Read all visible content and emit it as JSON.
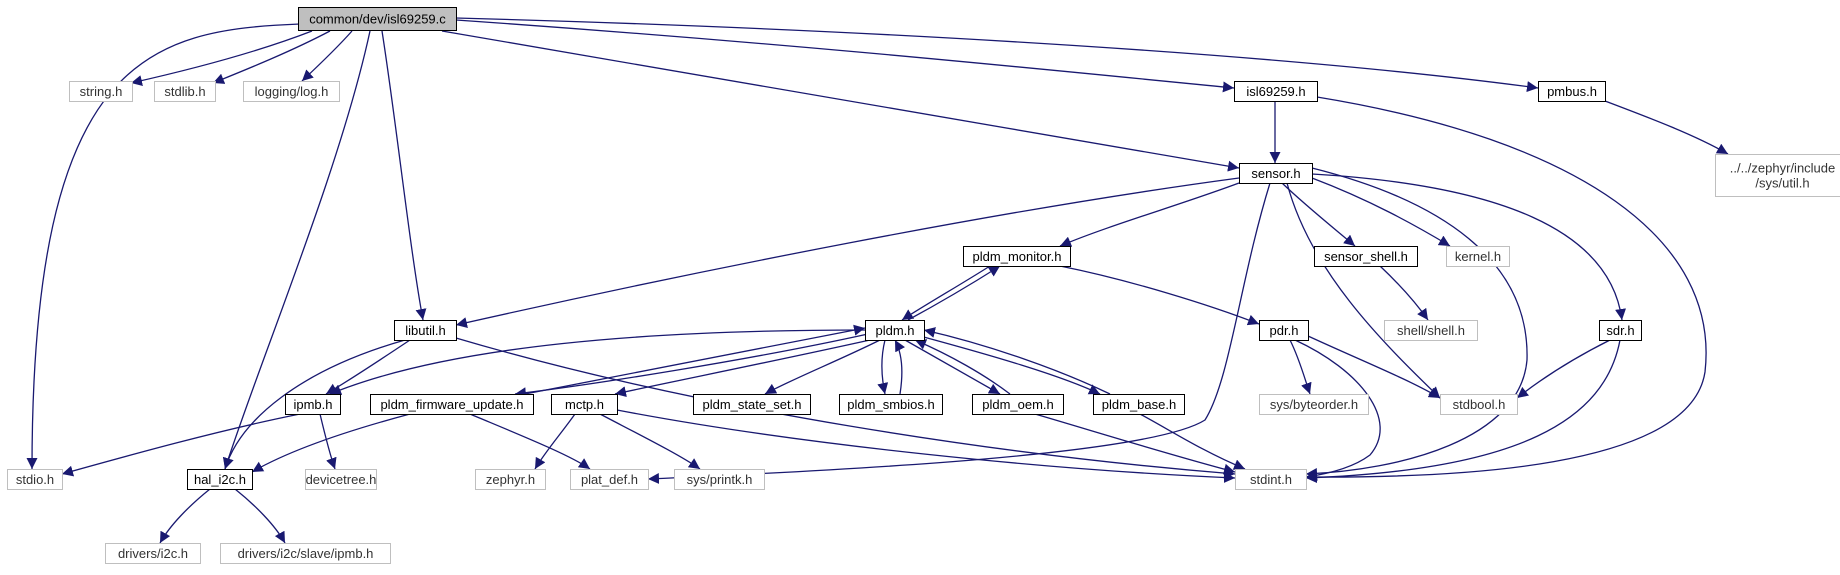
{
  "colors": {
    "edge": "#191970",
    "box_border": "#000000",
    "system_border": "#bfbfbf",
    "root_fill": "#bfbfbf",
    "background": "#ffffff"
  },
  "nodes": {
    "root": {
      "label": "common/dev/isl69259.c",
      "kind": "root"
    },
    "string": {
      "label": "string.h",
      "kind": "system"
    },
    "stdlib": {
      "label": "stdlib.h",
      "kind": "system"
    },
    "logging": {
      "label": "logging/log.h",
      "kind": "system"
    },
    "isl69259": {
      "label": "isl69259.h",
      "kind": "file"
    },
    "pmbus": {
      "label": "pmbus.h",
      "kind": "file"
    },
    "zephyr_util": {
      "label": "../../zephyr/include\n/sys/util.h",
      "kind": "system"
    },
    "sensor": {
      "label": "sensor.h",
      "kind": "file"
    },
    "pldm_monitor": {
      "label": "pldm_monitor.h",
      "kind": "file"
    },
    "sensor_shell": {
      "label": "sensor_shell.h",
      "kind": "file"
    },
    "kernel": {
      "label": "kernel.h",
      "kind": "system"
    },
    "libutil": {
      "label": "libutil.h",
      "kind": "file"
    },
    "pldm": {
      "label": "pldm.h",
      "kind": "file"
    },
    "pdr": {
      "label": "pdr.h",
      "kind": "file"
    },
    "shell": {
      "label": "shell/shell.h",
      "kind": "system"
    },
    "sdr": {
      "label": "sdr.h",
      "kind": "file"
    },
    "ipmb": {
      "label": "ipmb.h",
      "kind": "file"
    },
    "pldm_fw": {
      "label": "pldm_firmware_update.h",
      "kind": "file"
    },
    "mctp": {
      "label": "mctp.h",
      "kind": "file"
    },
    "pldm_state_set": {
      "label": "pldm_state_set.h",
      "kind": "file"
    },
    "pldm_smbios": {
      "label": "pldm_smbios.h",
      "kind": "file"
    },
    "pldm_oem": {
      "label": "pldm_oem.h",
      "kind": "file"
    },
    "pldm_base": {
      "label": "pldm_base.h",
      "kind": "file"
    },
    "byteorder": {
      "label": "sys/byteorder.h",
      "kind": "system"
    },
    "stdbool": {
      "label": "stdbool.h",
      "kind": "system"
    },
    "stdio": {
      "label": "stdio.h",
      "kind": "system"
    },
    "hal_i2c": {
      "label": "hal_i2c.h",
      "kind": "file"
    },
    "devicetree": {
      "label": "devicetree.h",
      "kind": "system"
    },
    "zephyr": {
      "label": "zephyr.h",
      "kind": "system"
    },
    "plat_def": {
      "label": "plat_def.h",
      "kind": "system"
    },
    "printk": {
      "label": "sys/printk.h",
      "kind": "system"
    },
    "stdint": {
      "label": "stdint.h",
      "kind": "system"
    },
    "drivers_i2c": {
      "label": "drivers/i2c.h",
      "kind": "system"
    },
    "drivers_ipmb": {
      "label": "drivers/i2c/slave/ipmb.h",
      "kind": "system"
    }
  },
  "edges": [
    [
      "root",
      "stdio"
    ],
    [
      "root",
      "string"
    ],
    [
      "root",
      "stdlib"
    ],
    [
      "root",
      "logging"
    ],
    [
      "root",
      "hal_i2c"
    ],
    [
      "root",
      "libutil"
    ],
    [
      "root",
      "sensor"
    ],
    [
      "root",
      "isl69259"
    ],
    [
      "root",
      "pmbus"
    ],
    [
      "isl69259",
      "sensor"
    ],
    [
      "isl69259",
      "stdint"
    ],
    [
      "pmbus",
      "zephyr_util"
    ],
    [
      "sensor",
      "libutil"
    ],
    [
      "sensor",
      "pldm_monitor"
    ],
    [
      "sensor",
      "sensor_shell"
    ],
    [
      "sensor",
      "kernel"
    ],
    [
      "sensor",
      "sdr"
    ],
    [
      "sensor",
      "stdbool"
    ],
    [
      "sensor",
      "stdint"
    ],
    [
      "sensor",
      "plat_def"
    ],
    [
      "pldm_monitor",
      "pldm"
    ],
    [
      "pldm_monitor",
      "pdr"
    ],
    [
      "sensor_shell",
      "shell"
    ],
    [
      "libutil",
      "hal_i2c"
    ],
    [
      "libutil",
      "ipmb"
    ],
    [
      "libutil",
      "stdint"
    ],
    [
      "pldm",
      "pldm_monitor"
    ],
    [
      "pldm",
      "ipmb"
    ],
    [
      "pldm",
      "pldm_fw"
    ],
    [
      "pldm",
      "mctp"
    ],
    [
      "pldm",
      "pldm_state_set"
    ],
    [
      "pldm",
      "pldm_smbios"
    ],
    [
      "pldm",
      "pldm_oem"
    ],
    [
      "pldm",
      "pldm_base"
    ],
    [
      "pldm_fw",
      "pldm"
    ],
    [
      "pldm_fw",
      "hal_i2c"
    ],
    [
      "pldm_fw",
      "plat_def"
    ],
    [
      "pldm_smbios",
      "pldm"
    ],
    [
      "pldm_oem",
      "pldm"
    ],
    [
      "pldm_base",
      "pldm"
    ],
    [
      "pldm_oem",
      "stdint"
    ],
    [
      "pldm_base",
      "stdint"
    ],
    [
      "mctp",
      "zephyr"
    ],
    [
      "mctp",
      "printk"
    ],
    [
      "mctp",
      "stdint"
    ],
    [
      "pdr",
      "byteorder"
    ],
    [
      "pdr",
      "stdbool"
    ],
    [
      "pdr",
      "stdint"
    ],
    [
      "sdr",
      "stdbool"
    ],
    [
      "sdr",
      "stdint"
    ],
    [
      "ipmb",
      "stdio"
    ],
    [
      "ipmb",
      "devicetree"
    ],
    [
      "hal_i2c",
      "drivers_i2c"
    ],
    [
      "hal_i2c",
      "drivers_ipmb"
    ]
  ]
}
